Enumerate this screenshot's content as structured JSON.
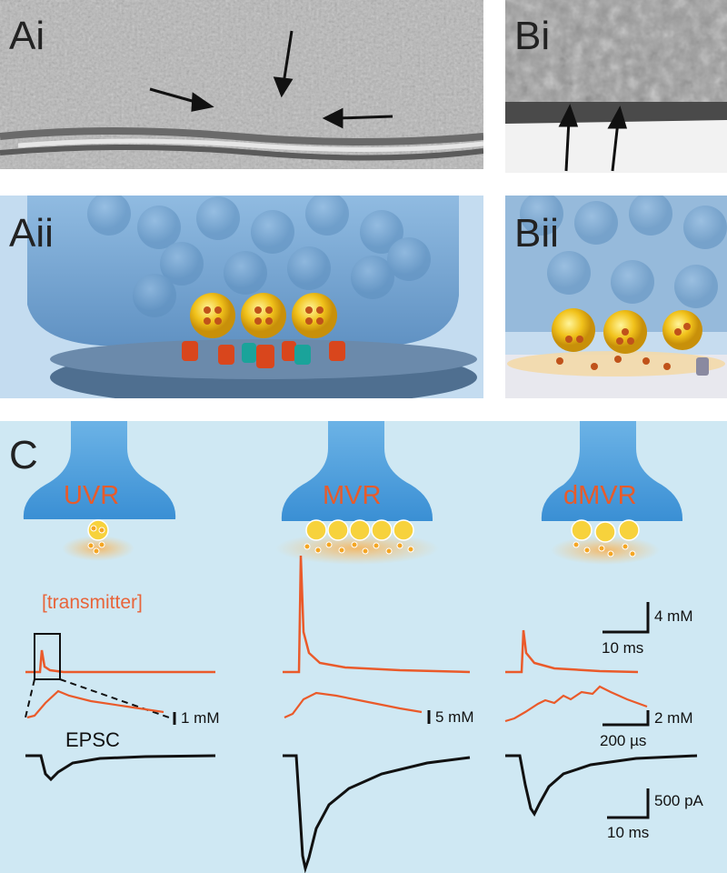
{
  "panels": {
    "ai": {
      "label": "Ai"
    },
    "bi": {
      "label": "Bi"
    },
    "aii": {
      "label": "Aii"
    },
    "bii": {
      "label": "Bii"
    },
    "c": {
      "label": "C"
    }
  },
  "release_modes": [
    {
      "label": "UVR"
    },
    {
      "label": "MVR"
    },
    {
      "label": "dMVR"
    }
  ],
  "traces": {
    "transmitter_label": "[transmitter]",
    "epsc_label": "EPSC"
  },
  "scale_bars": {
    "conc_top": "4 mM",
    "time_top": "10 ms",
    "uvr_inset": "1 mM",
    "mvr_inset": "5 mM",
    "dmvr_inset": "2 mM",
    "time_inset": "200 µs",
    "current": "500 pA",
    "time_bottom": "10 ms"
  },
  "colors": {
    "transmitter_trace": "#ea5a2a",
    "epsc_trace": "#111111",
    "terminal_blue": "#4f9fdc",
    "vesicle_yellow": "#f2c21a",
    "receptor_red": "#d9461c",
    "receptor_teal": "#1aa39a",
    "panel_c_bg": "#cfe8f3"
  }
}
